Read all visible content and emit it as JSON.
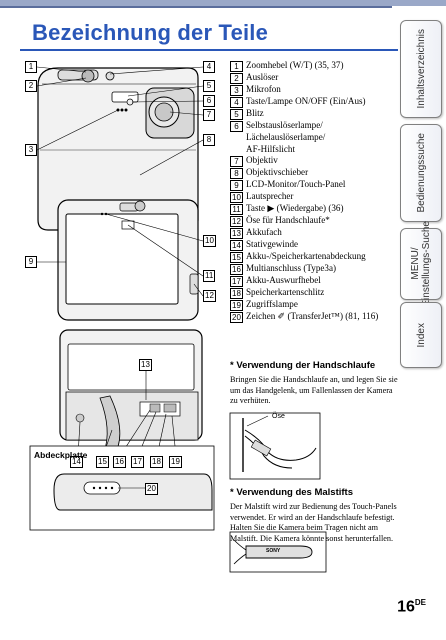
{
  "page": {
    "title": "Bezeichnung der Teile",
    "number": "16",
    "suffix": "DE"
  },
  "tabs": [
    "Inhaltsverzeichnis",
    "Bedienungssuche",
    "MENU/\nEinstellungs-Suche",
    "Index"
  ],
  "parts": [
    {
      "n": "1",
      "t": "Zoomhebel (W/T) (35, 37)"
    },
    {
      "n": "2",
      "t": "Auslöser"
    },
    {
      "n": "3",
      "t": "Mikrofon"
    },
    {
      "n": "4",
      "t": "Taste/Lampe ON/OFF (Ein/Aus)"
    },
    {
      "n": "5",
      "t": "Blitz"
    },
    {
      "n": "6",
      "t": "Selbstauslöserlampe/\nLächelauslöserlampe/\nAF-Hilfslicht"
    },
    {
      "n": "7",
      "t": "Objektiv"
    },
    {
      "n": "8",
      "t": "Objektivschieber"
    },
    {
      "n": "9",
      "t": "LCD-Monitor/Touch-Panel"
    },
    {
      "n": "10",
      "t": "Lautsprecher"
    },
    {
      "n": "11",
      "t": "Taste ▶ (Wiedergabe) (36)"
    },
    {
      "n": "12",
      "t": "Öse für Handschlaufe*"
    },
    {
      "n": "13",
      "t": "Akkufach"
    },
    {
      "n": "14",
      "t": "Stativgewinde"
    },
    {
      "n": "15",
      "t": "Akku-/Speicherkartenabdeckung"
    },
    {
      "n": "16",
      "t": "Multianschluss (Type3a)"
    },
    {
      "n": "17",
      "t": "Akku-Auswurfhebel"
    },
    {
      "n": "18",
      "t": "Speicherkartenschlitz"
    },
    {
      "n": "19",
      "t": "Zugriffslampe"
    },
    {
      "n": "20",
      "t": "Zeichen ✐ (TransferJet™) (81, 116)"
    }
  ],
  "notes": {
    "strap_title": "* Verwendung der Handschlaufe",
    "strap_text": "Bringen Sie die Handschlaufe an, und legen Sie sie um das Handgelenk, um Fallenlassen der Kamera zu verhüten.",
    "strap_label": "Öse",
    "stylus_title": "* Verwendung des Malstifts",
    "stylus_text": "Der Malstift wird zur Bedienung des Touch-Panels verwendet. Er wird an der Handschlaufe befestigt. Halten Sie die Kamera beim Tragen nicht am Malstift. Die Kamera könnte sonst herunterfallen.",
    "stylus_brand": "SONY"
  },
  "figures": {
    "cover_label": "Abdeckplatte",
    "front_callouts": [
      "1",
      "2",
      "3",
      "4",
      "5",
      "6",
      "7",
      "8"
    ],
    "back_callouts": [
      "9",
      "10",
      "11",
      "12"
    ],
    "bottom_callouts": [
      "13",
      "14",
      "15",
      "16",
      "17",
      "18",
      "19"
    ],
    "cover_callout": "20"
  }
}
